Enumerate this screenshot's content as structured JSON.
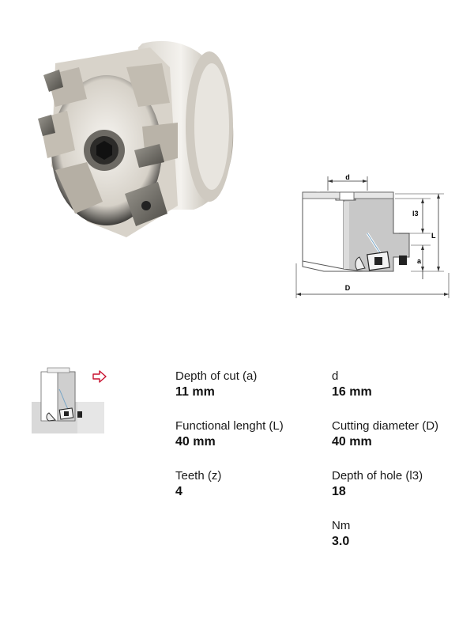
{
  "drawing": {
    "label_d": "d",
    "label_l3": "l3",
    "label_L": "L",
    "label_a": "a",
    "label_D": "D"
  },
  "specs": {
    "depth_of_cut": {
      "label": "Depth of cut (a)",
      "value": "11 mm"
    },
    "functional_length": {
      "label": "Functional lenght (L)",
      "value": "40 mm"
    },
    "teeth": {
      "label": "Teeth (z)",
      "value": "4"
    },
    "d": {
      "label": "d",
      "value": "16 mm"
    },
    "cutting_diameter": {
      "label": "Cutting diameter (D)",
      "value": "40 mm"
    },
    "depth_of_hole": {
      "label": "Depth of hole (l3)",
      "value": "18"
    },
    "nm": {
      "label": "Nm",
      "value": "3.0"
    }
  },
  "colors": {
    "arrow_accent": "#c8102e"
  },
  "icons": {
    "application_arrow": "arrow-right-outline-icon"
  }
}
